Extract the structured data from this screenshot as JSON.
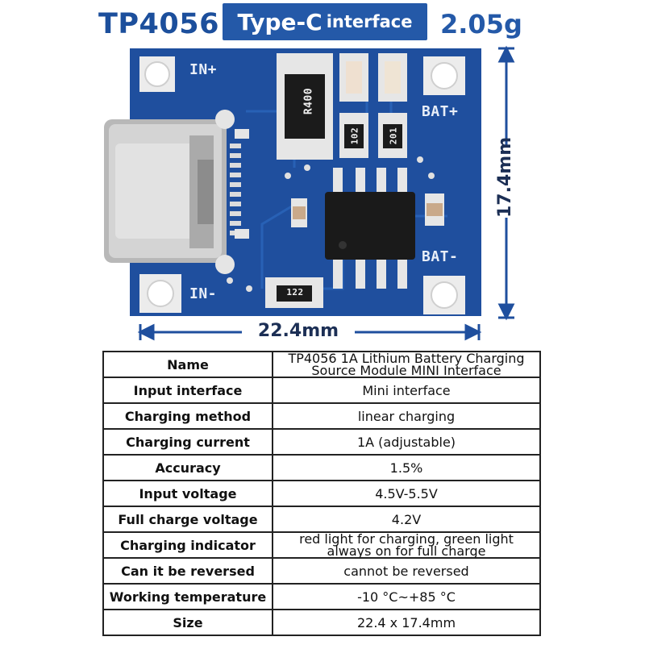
{
  "header": {
    "model": "TP4056",
    "badge_main": "Type-C",
    "badge_sub": "interface",
    "weight": "2.05g"
  },
  "board": {
    "label_in_plus": "IN+",
    "label_in_minus": "IN-",
    "label_bat_plus": "BAT+",
    "label_bat_minus": "BAT-",
    "resistor_main": "R400",
    "resistor_a": "102",
    "resistor_b": "201",
    "resistor_bottom": "122",
    "colors": {
      "pcb": "#1f4f9e",
      "pad": "#e9e9e9",
      "chip": "#1a1a1a",
      "connector": "#c9c9c9"
    }
  },
  "dimensions": {
    "width": "22.4mm",
    "height": "17.4mm"
  },
  "spec_table": {
    "rows": [
      {
        "key": "Name",
        "value_lines": [
          "TP4056 1A Lithium Battery Charging",
          "Source Module MINI Interface"
        ]
      },
      {
        "key": "Input interface",
        "value_lines": [
          "Mini interface"
        ]
      },
      {
        "key": "Charging method",
        "value_lines": [
          "linear charging"
        ]
      },
      {
        "key": "Charging current",
        "value_lines": [
          "1A (adjustable)"
        ]
      },
      {
        "key": "Accuracy",
        "value_lines": [
          "1.5%"
        ]
      },
      {
        "key": "Input voltage",
        "value_lines": [
          "4.5V-5.5V"
        ]
      },
      {
        "key": "Full charge voltage",
        "value_lines": [
          "4.2V"
        ]
      },
      {
        "key": "Charging indicator",
        "value_lines": [
          "red light for charging, green light",
          "always on for full charge"
        ]
      },
      {
        "key": "Can it be reversed",
        "value_lines": [
          "cannot be reversed"
        ]
      },
      {
        "key": "Working temperature",
        "value_lines": [
          "-10 °C~+85 °C"
        ]
      },
      {
        "key": "Size",
        "value_lines": [
          "22.4 x 17.4mm"
        ]
      }
    ]
  }
}
